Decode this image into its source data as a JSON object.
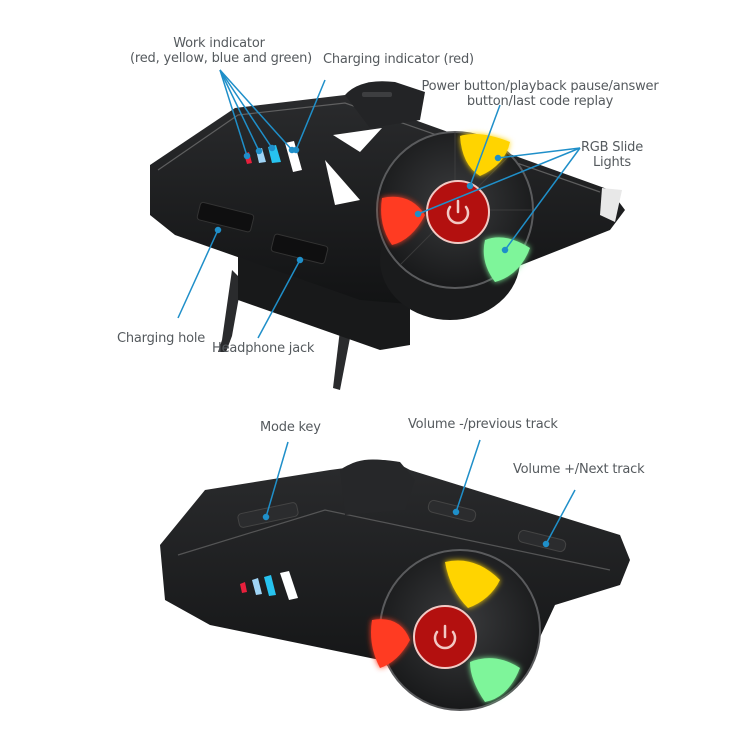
{
  "colors": {
    "callout_line": "#1f8fc9",
    "label_text": "#555a5e",
    "device_body": "#1c1d1f",
    "power_button": "#b3100f",
    "light_red": "#ff3b24",
    "light_yellow": "#ffd400",
    "light_green": "#7ef59a",
    "indicator_red": "#e8203c",
    "indicator_light_blue": "#9fd4f5",
    "indicator_cyan": "#27c3ef",
    "indicator_white": "#ffffff"
  },
  "top_view": {
    "labels": {
      "work_indicator_line1": "Work indicator",
      "work_indicator_line2": "(red, yellow, blue and green)",
      "charging_indicator": "Charging indicator (red)",
      "power_button_line1": "Power button/playback pause/answer",
      "power_button_line2": "button/last code replay",
      "rgb_lights_line1": "RGB Slide",
      "rgb_lights_line2": "Lights",
      "charging_hole": "Charging hole",
      "headphone_jack": "Headphone jack"
    },
    "icons": {
      "power": "power-icon"
    }
  },
  "bottom_view": {
    "labels": {
      "mode_key": "Mode key",
      "volume_down": "Volume -/previous track",
      "volume_up": "Volume +/Next track"
    },
    "icons": {
      "power": "power-icon"
    }
  }
}
